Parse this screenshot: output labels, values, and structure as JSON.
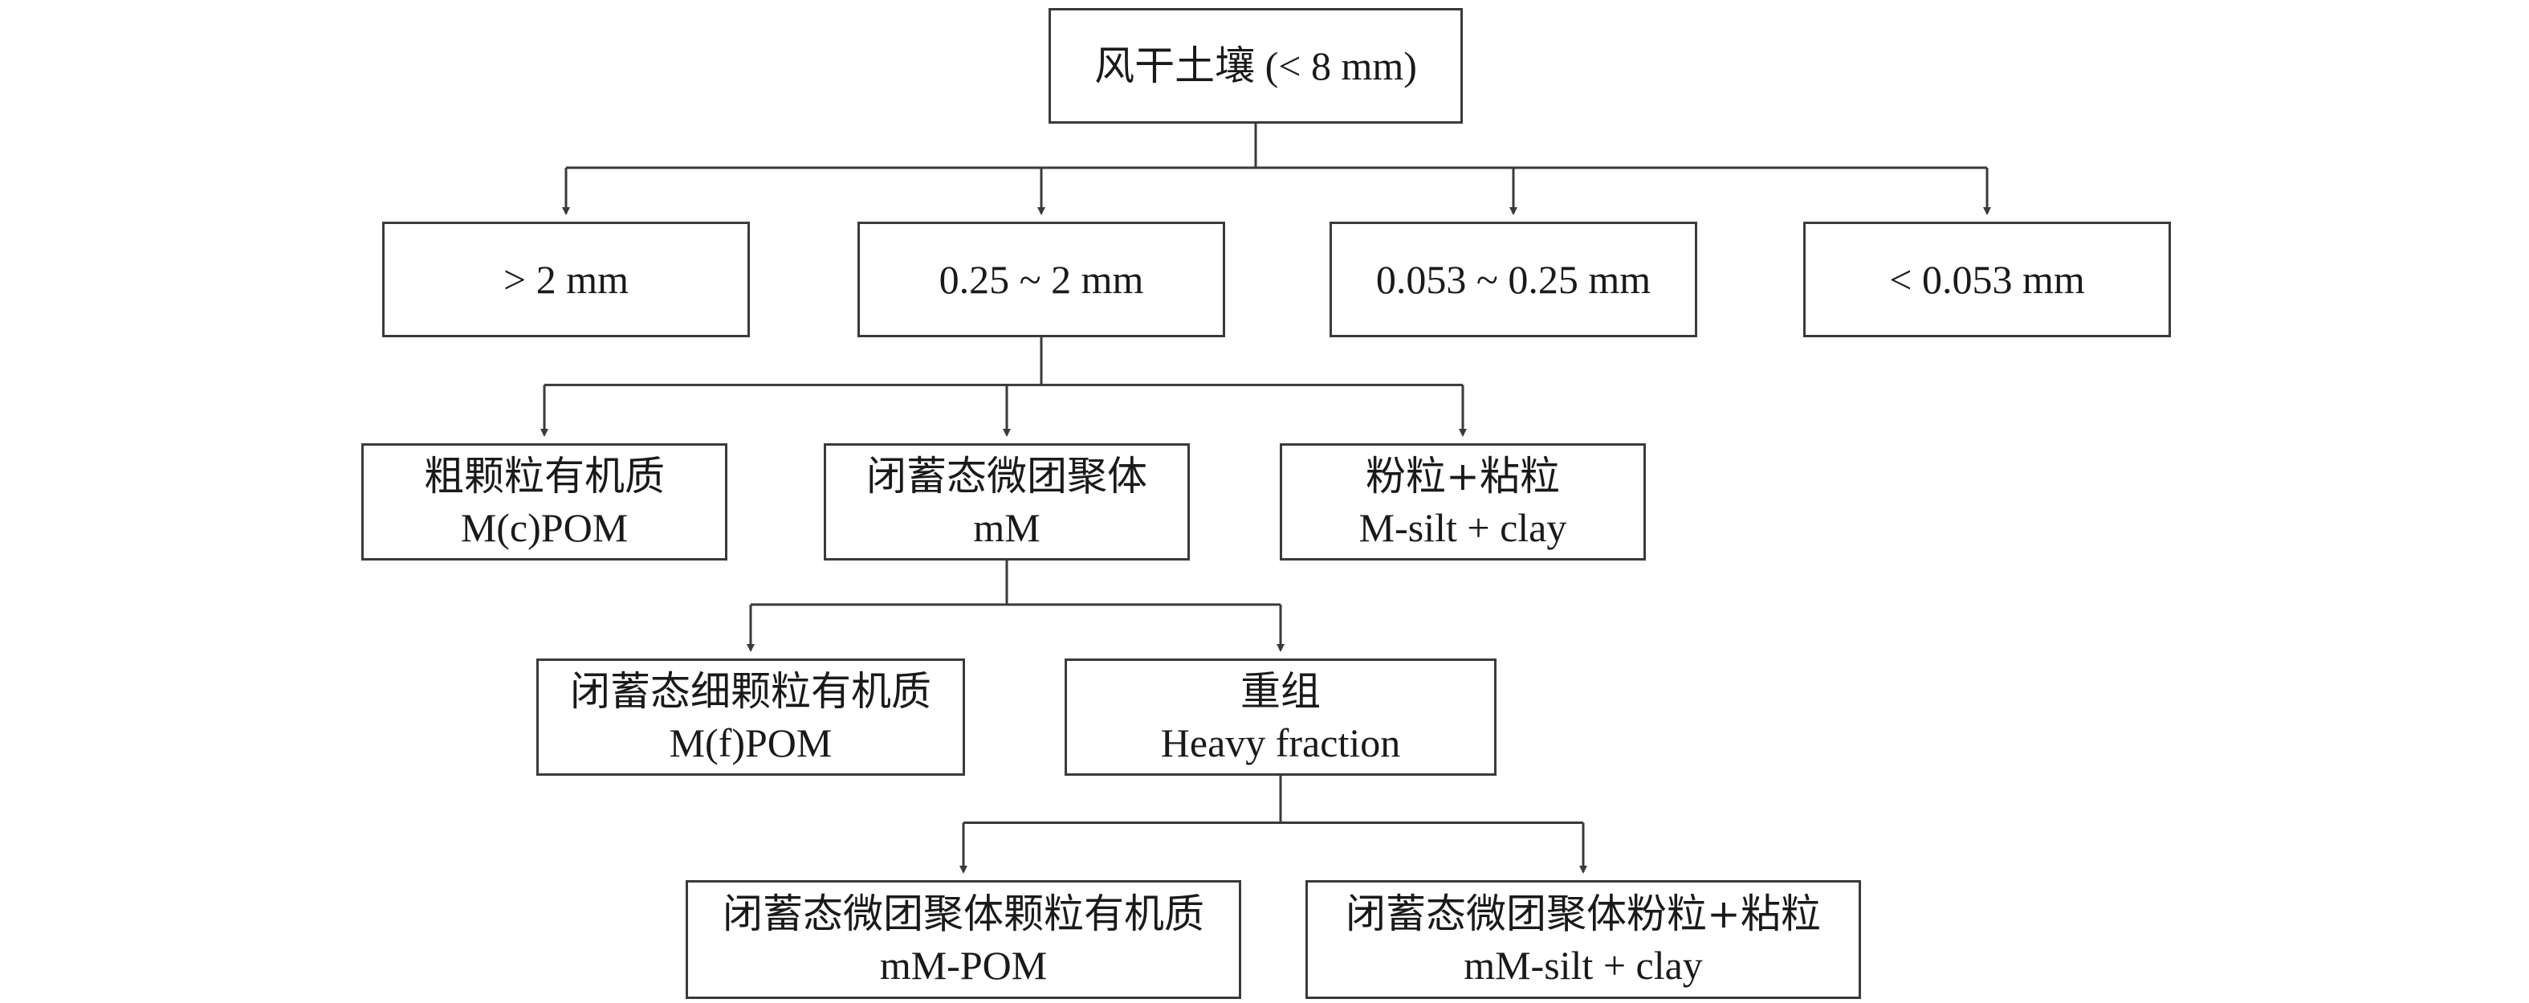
{
  "diagram": {
    "root": {
      "label": "风干土壤 (< 8 mm)"
    },
    "size_classes": [
      {
        "id": "gt2",
        "label": "> 2 mm"
      },
      {
        "id": "mid",
        "label": "0.25 ~ 2 mm"
      },
      {
        "id": "small",
        "label": "0.053 ~ 0.25 mm"
      },
      {
        "id": "lt0053",
        "label": "< 0.053 mm"
      }
    ],
    "fractions_level1": [
      {
        "id": "cpom",
        "label_cn": "粗颗粒有机质",
        "label_en": "M(c)POM"
      },
      {
        "id": "mm",
        "label_cn": "闭蓄态微团聚体",
        "label_en": "mM"
      },
      {
        "id": "msilt",
        "label_cn": "粉粒+粘粒",
        "label_en": "M-silt + clay"
      }
    ],
    "fractions_level2": [
      {
        "id": "fpom",
        "label_cn": "闭蓄态细颗粒有机质",
        "label_en": "M(f)POM"
      },
      {
        "id": "heavy",
        "label_cn": "重组",
        "label_en": "Heavy fraction"
      }
    ],
    "fractions_level3": [
      {
        "id": "mmpom",
        "label_cn": "闭蓄态微团聚体颗粒有机质",
        "label_en": "mM-POM"
      },
      {
        "id": "mmsilt",
        "label_cn": "闭蓄态微团聚体粉粒+粘粒",
        "label_en": "mM-silt + clay"
      }
    ],
    "edges": [
      [
        "root",
        "gt2"
      ],
      [
        "root",
        "mid"
      ],
      [
        "root",
        "small"
      ],
      [
        "root",
        "lt0053"
      ],
      [
        "mid",
        "cpom"
      ],
      [
        "mid",
        "mm"
      ],
      [
        "mid",
        "msilt"
      ],
      [
        "mm",
        "fpom"
      ],
      [
        "mm",
        "heavy"
      ],
      [
        "heavy",
        "mmpom"
      ],
      [
        "heavy",
        "mmsilt"
      ]
    ],
    "colors": {
      "line": "#3a3a3a",
      "text": "#1a1a1a",
      "box_border": "#3a3a3a"
    }
  }
}
